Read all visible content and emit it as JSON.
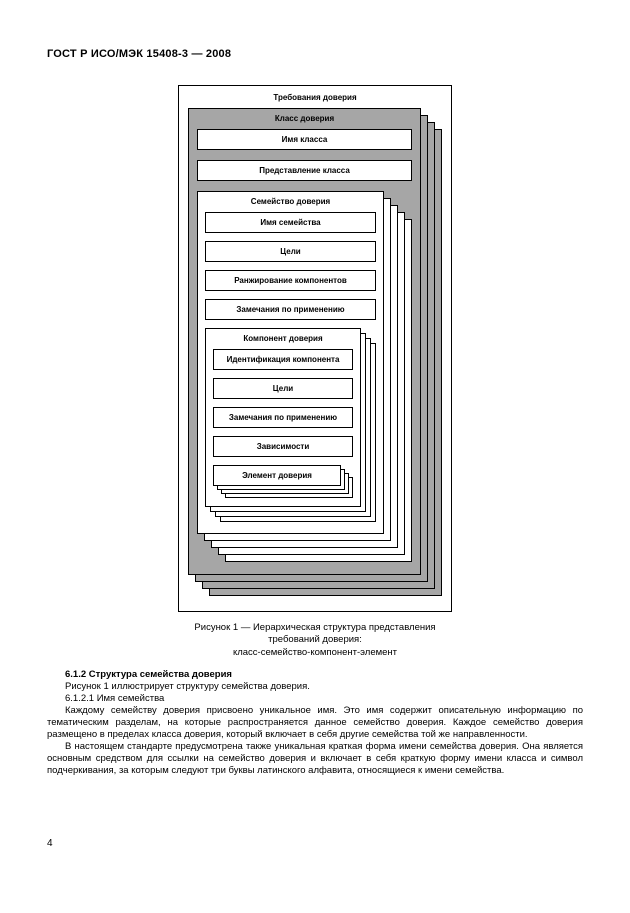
{
  "header": {
    "title": "ГОСТ Р ИСО/МЭК 15408-3 — 2008"
  },
  "diagram": {
    "outer_title": "Требования доверия",
    "class": {
      "title": "Класс доверия",
      "boxes": [
        "Имя класса",
        "Представление класса"
      ]
    },
    "family": {
      "title": "Семейство доверия",
      "boxes": [
        "Имя семейства",
        "Цели",
        "Ранжирование компонентов",
        "Замечания по применению"
      ]
    },
    "component": {
      "title": "Компонент доверия",
      "boxes": [
        "Идентификация компонента",
        "Цели",
        "Замечания по применению",
        "Зависимости"
      ]
    },
    "element": {
      "title": "Элемент доверия"
    },
    "colors": {
      "class_fill": "#a6a6a6",
      "box_fill": "#ffffff",
      "border": "#000000"
    }
  },
  "caption": {
    "line1": "Рисунок 1 — Иерархическая структура представления",
    "line2": "требований доверия:",
    "line3": "класс-семейство-компонент-элемент"
  },
  "body": {
    "heading": "6.1.2 Структура семейства доверия",
    "para1": "Рисунок 1 иллюстрирует структуру семейства доверия.",
    "subheading": "6.1.2.1 Имя семейства",
    "para2": "Каждому семейству доверия присвоено уникальное имя. Это имя содержит описательную информацию по тематическим разделам, на которые распространяется данное семейство доверия. Каждое семейство доверия размещено в пределах класса доверия, который включает в себя другие семейства той же направленности.",
    "para3": "В настоящем стандарте предусмотрена также уникальная краткая форма имени семейства доверия. Она является основным средством для ссылки на семейство доверия и включает в себя краткую форму имени класса и символ подчеркивания, за которым следуют три буквы латинского алфавита, относящиеся к имени семейства."
  },
  "footer": {
    "page_number": "4"
  }
}
